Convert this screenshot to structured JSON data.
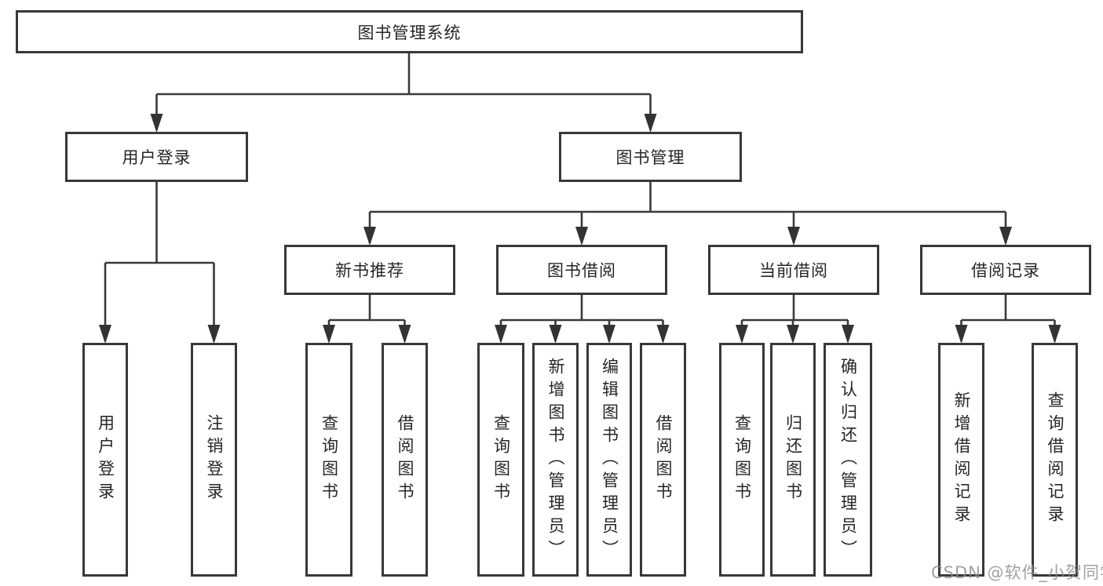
{
  "tree": {
    "label": "图书管理系统",
    "children": [
      {
        "label": "用户登录",
        "children": [
          {
            "label": "用户登录"
          },
          {
            "label": "注销登录"
          }
        ]
      },
      {
        "label": "图书管理",
        "children": [
          {
            "label": "新书推荐",
            "children": [
              {
                "label": "查询图书"
              },
              {
                "label": "借阅图书"
              }
            ]
          },
          {
            "label": "图书借阅",
            "children": [
              {
                "label": "查询图书"
              },
              {
                "label": "新增图书（管理员）"
              },
              {
                "label": "编辑图书（管理员）"
              },
              {
                "label": "借阅图书"
              }
            ]
          },
          {
            "label": "当前借阅",
            "children": [
              {
                "label": "查询图书"
              },
              {
                "label": "归还图书"
              },
              {
                "label": "确认归还（管理员）"
              }
            ]
          },
          {
            "label": "借阅记录",
            "children": [
              {
                "label": "新增借阅记录"
              },
              {
                "label": "查询借阅记录"
              }
            ]
          }
        ]
      }
    ]
  },
  "watermark": {
    "text": "CSDN @软件_小贺同学"
  },
  "colors": {
    "line": "#3a3a3a",
    "border": "#383838",
    "text": "#262626",
    "watermark": "#8c8c8c"
  }
}
